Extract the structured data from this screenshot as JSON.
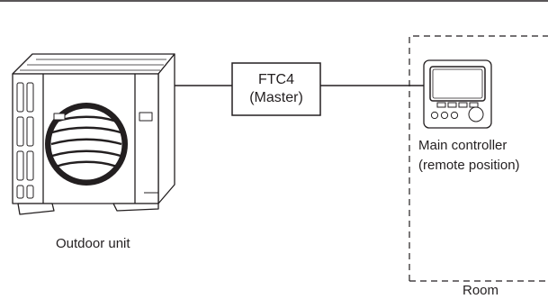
{
  "ftc": {
    "line1": "FTC4",
    "line2": "(Master)"
  },
  "outdoor_unit": {
    "label": "Outdoor unit"
  },
  "main_controller": {
    "line1": "Main controller",
    "line2": "(remote position)"
  },
  "room": {
    "label": "Room"
  }
}
